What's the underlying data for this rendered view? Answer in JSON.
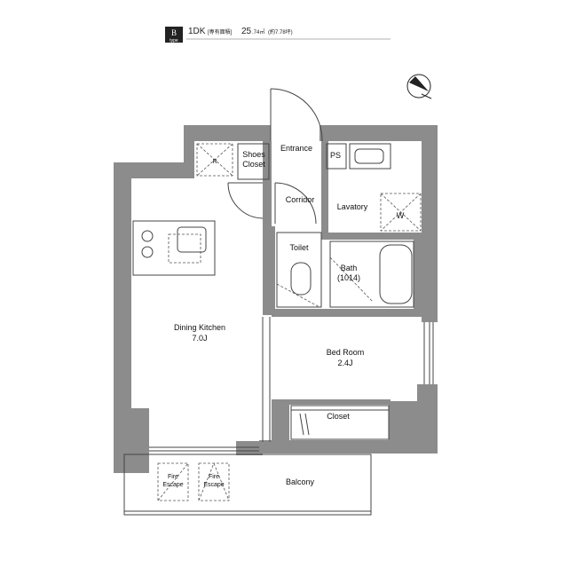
{
  "header": {
    "type_badge_letter": "B",
    "type_badge_word": "type",
    "layout": "1DK",
    "area_label": "[専有面積]",
    "area_value": "25",
    "area_decimal": ".74㎡",
    "area_tsubo": "(約7.78坪)"
  },
  "rooms": {
    "entrance": "Entrance",
    "shoes_closet_1": "Shoes",
    "shoes_closet_2": "Closet",
    "ps": "PS",
    "corridor": "Corridor",
    "lavatory": "Lavatory",
    "washer": "W",
    "toilet": "Toilet",
    "bath": "Bath",
    "bath_size": "(1014)",
    "dining_kitchen": "Dining Kitchen",
    "dining_kitchen_size": "7.0J",
    "bed_room": "Bed Room",
    "bed_room_size": "2.4J",
    "closet": "Closet",
    "balcony": "Balcony",
    "fire_escape_1a": "Fire",
    "fire_escape_1b": "Escape",
    "fire_escape_2a": "Fire",
    "fire_escape_2b": "Escape",
    "refrigerator": "R"
  },
  "colors": {
    "wall": "#8c8c8c",
    "line": "#444444"
  },
  "icons": {
    "compass": "north-arrow-icon"
  }
}
